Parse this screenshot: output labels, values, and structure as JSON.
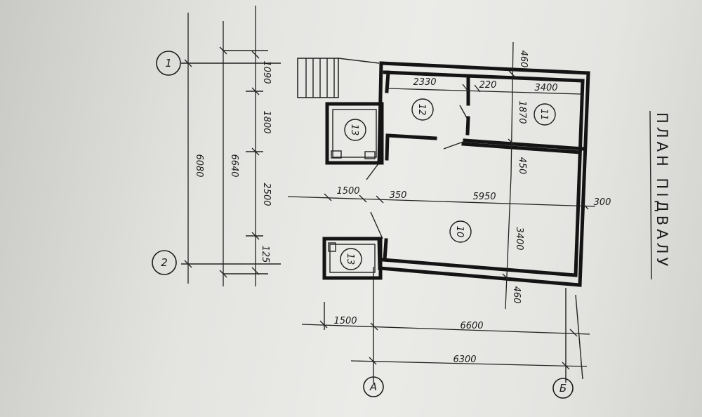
{
  "title": "ПЛАН ПІДВАЛУ",
  "axes": {
    "rows": [
      "1",
      "2"
    ],
    "cols": [
      "А",
      "Б"
    ]
  },
  "rooms": [
    "10",
    "11",
    "12",
    "13",
    "13"
  ],
  "dims": {
    "row_chain": [
      "1090",
      "1800",
      "2500",
      "125"
    ],
    "total_6640": "6640",
    "total_6080": "6080",
    "top_chain": [
      "2330",
      "220",
      "3400"
    ],
    "d_460_top": "460",
    "d_1870": "1870",
    "d_450": "450",
    "mid_chain": [
      "1500",
      "350",
      "5950"
    ],
    "d_300": "300",
    "d_3400_vert": "3400",
    "d_460_bottom": "460",
    "bottom_chain": [
      "1500",
      "6600"
    ],
    "d_6300": "6300"
  }
}
